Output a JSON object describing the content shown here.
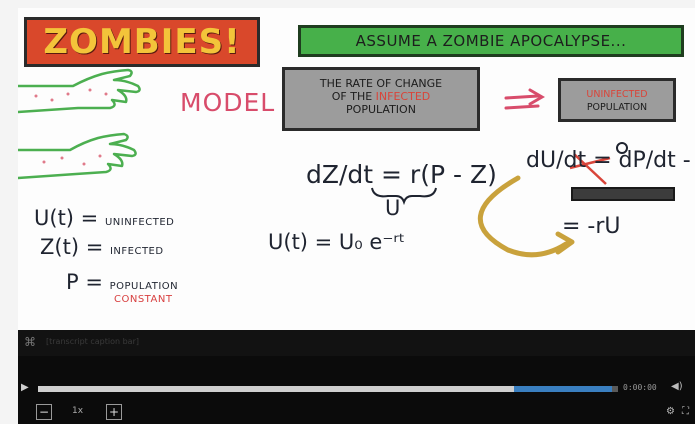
{
  "video": {
    "title_banner": "ZOMBIES!",
    "assume_banner": "ASSUME A ZOMBIE APOCALYPSE...",
    "model_label": "MODEL",
    "rate_box": {
      "line1": "THE RATE OF CHANGE",
      "line2_prefix": "OF THE ",
      "line2_red": "INFECTED",
      "line3": "POPULATION"
    },
    "uninfected_box": {
      "line1": "UNINFECTED",
      "line2": "POPULATION"
    },
    "definitions": {
      "u_symbol": "U(t)",
      "u_text": "UNINFECTED",
      "z_symbol": "Z(t)",
      "z_text": "INFECTED",
      "p_symbol": "P",
      "p_text": "POPULATION",
      "p_constant": "CONSTANT"
    },
    "equations": {
      "main": "dZ/dt = r(P - Z)",
      "u_under": "U",
      "solution": "U(t) = U₀ e⁻ʳᵗ",
      "du_dt": "dU/dt = dP/dt - dZ/dt",
      "result": "= -rU"
    }
  },
  "controls": {
    "caption_icon": "closed-caption-icon",
    "caption_text": "[transcript caption bar]",
    "progress_played": 0.82,
    "progress_buffered": 0.17,
    "time_readout": "0:00:00",
    "minus_label": "−",
    "speed_label": "1x",
    "plus_label": "+",
    "settings_icon": "gear-icon",
    "fullscreen_icon": "fullscreen-icon"
  },
  "colors": {
    "title_red": "#d9482b",
    "title_yellow": "#f3c43a",
    "assume_green": "#47b04a",
    "hand_green": "#4caf50",
    "arrow_gold": "#c9a23c",
    "accent_red": "#d9453a",
    "progress_blue": "#3a7fc0"
  }
}
